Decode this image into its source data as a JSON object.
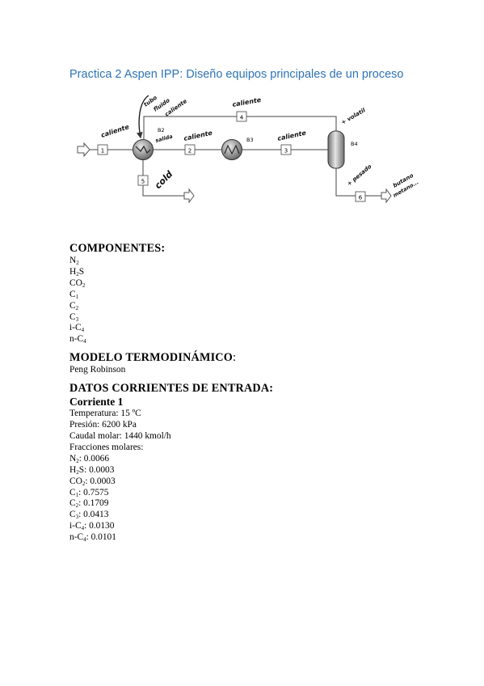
{
  "title": "Practica 2 Aspen IPP: Diseño equipos principales de un proceso",
  "diagram": {
    "streams": [
      "1",
      "2",
      "3",
      "4",
      "5",
      "6"
    ],
    "blocks": [
      "B2",
      "B3",
      "B4"
    ],
    "handwritten": {
      "caliente_in": "caliente",
      "top_note_1": "tubo",
      "top_note_2": "fluido",
      "top_note_3": "caliente",
      "caliente_top": "caliente",
      "salida": "salida",
      "caliente_mid": "caliente",
      "caliente_3": "caliente",
      "frio": "cold",
      "volatil": "+ volatil",
      "pesado": "+ pesado",
      "butano_1": "butano",
      "butano_2": "metano..."
    }
  },
  "componentes": {
    "heading": "COMPONENTES:",
    "items": [
      {
        "base": "N",
        "sub": "2",
        "rest": ""
      },
      {
        "base": "H",
        "sub": "2",
        "rest": "S"
      },
      {
        "base": "CO",
        "sub": "2",
        "rest": ""
      },
      {
        "base": "C",
        "sub": "1",
        "rest": ""
      },
      {
        "base": "C",
        "sub": "2",
        "rest": ""
      },
      {
        "base": "C",
        "sub": "3",
        "rest": ""
      },
      {
        "base": "i-C",
        "sub": "4",
        "rest": ""
      },
      {
        "base": "n-C",
        "sub": "4",
        "rest": ""
      }
    ]
  },
  "modelo": {
    "heading": "MODELO TERMODINÁMICO",
    "colon": ":",
    "value": "Peng Robinson"
  },
  "datos": {
    "heading": "DATOS CORRIENTES DE ENTRADA:",
    "corriente": "Corriente 1",
    "temperatura": "Temperatura: 15 ºC",
    "presion": "Presión: 6200 kPa",
    "caudal": "Caudal molar: 1440 kmol/h",
    "fracciones_label": "Fracciones molares:",
    "fracciones": [
      {
        "base": "N",
        "sub": "2",
        "rest": "",
        "value": ": 0.0066"
      },
      {
        "base": "H",
        "sub": "2",
        "rest": "S",
        "value": ": 0.0003"
      },
      {
        "base": "CO",
        "sub": "2",
        "rest": "",
        "value": ": 0.0003"
      },
      {
        "base": "C",
        "sub": "1",
        "rest": "",
        "value": ": 0.7575"
      },
      {
        "base": "C",
        "sub": "2",
        "rest": "",
        "value": ": 0.1709"
      },
      {
        "base": "C",
        "sub": "3",
        "rest": "",
        "value": ": 0.0413"
      },
      {
        "base": "i-C",
        "sub": "4",
        "rest": "",
        "value": ": 0.0130"
      },
      {
        "base": "n-C",
        "sub": "4",
        "rest": "",
        "value": ": 0.0101"
      }
    ]
  }
}
